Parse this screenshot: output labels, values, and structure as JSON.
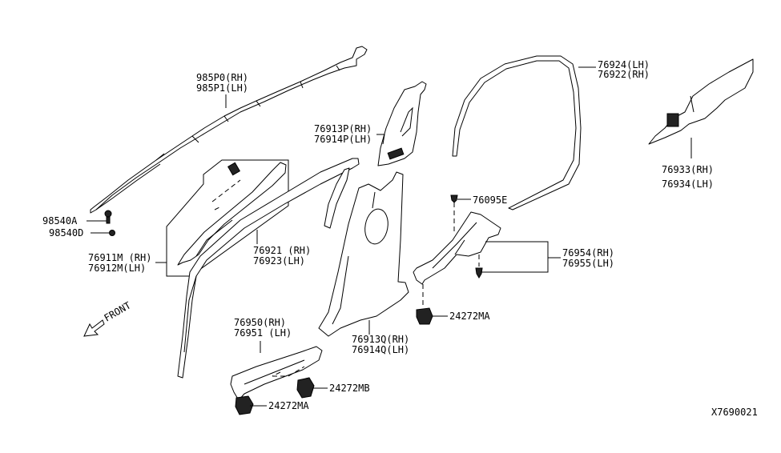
{
  "diagram": {
    "title": "Body Side Trimming parts diagram",
    "diagram_code": "X7690021",
    "front_indicator": "FRONT",
    "labels": [
      {
        "id": "curtain-airbag",
        "lines": [
          "985P0(RH)",
          "985P1(LH)"
        ]
      },
      {
        "id": "center-pillar-upper",
        "lines": [
          "76913P(RH)",
          "76914P(LH)"
        ]
      },
      {
        "id": "rear-weatherstrip",
        "lines": [
          "76924(LH)",
          "76922(RH)"
        ]
      },
      {
        "id": "rear-pillar-trim",
        "lines": [
          "76933(RH)",
          "76934(LH)"
        ]
      },
      {
        "id": "bolt-a",
        "lines": [
          "98540A"
        ]
      },
      {
        "id": "nut-d",
        "lines": [
          "98540D"
        ]
      },
      {
        "id": "front-pillar-garnish",
        "lines": [
          "76911M (RH)",
          "76912M(LH)"
        ]
      },
      {
        "id": "front-weatherstrip",
        "lines": [
          "76921 (RH)",
          "76923(LH)"
        ]
      },
      {
        "id": "clip-76095e",
        "lines": [
          "76095E"
        ]
      },
      {
        "id": "rear-kicking-plate",
        "lines": [
          "76954(RH)",
          "76955(LH)"
        ]
      },
      {
        "id": "clip-24272ma-right",
        "lines": [
          "24272MA"
        ]
      },
      {
        "id": "center-pillar-lower",
        "lines": [
          "76913Q(RH)",
          "76914Q(LH)"
        ]
      },
      {
        "id": "front-kicking-plate",
        "lines": [
          "76950(RH)",
          "76951 (LH)"
        ]
      },
      {
        "id": "clip-24272mb",
        "lines": [
          "24272MB"
        ]
      },
      {
        "id": "clip-24272ma-left",
        "lines": [
          "24272MA"
        ]
      }
    ]
  }
}
